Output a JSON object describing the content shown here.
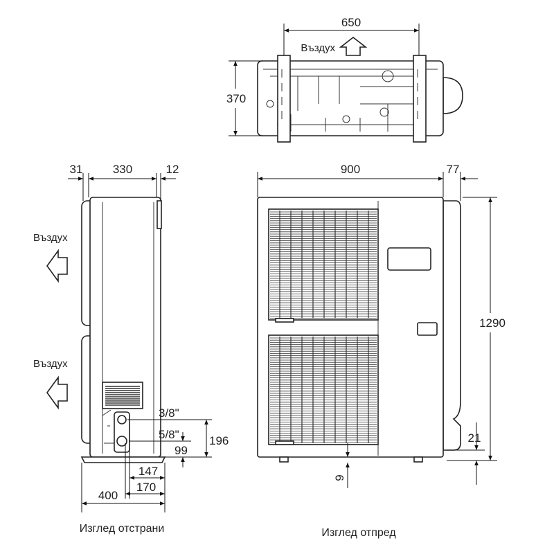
{
  "top_view": {
    "width_dim": "650",
    "depth_dim": "370",
    "air_label": "Въздух"
  },
  "side_view": {
    "dim_left": "31",
    "dim_body": "330",
    "dim_right": "12",
    "air_label_upper": "Въздух",
    "air_label_lower": "Въздух",
    "pipe_gas": "3/8\"",
    "pipe_liquid": "5/8\"",
    "height_gas": "196",
    "height_liquid": "99",
    "dist_147": "147",
    "dist_170": "170",
    "base_width": "400",
    "caption": "Изглед отстрани"
  },
  "front_view": {
    "width_dim": "900",
    "side_dim": "77",
    "height_dim": "1290",
    "foot_dim": "21",
    "bottom_dim": "9",
    "caption": "Изглед отпред"
  }
}
